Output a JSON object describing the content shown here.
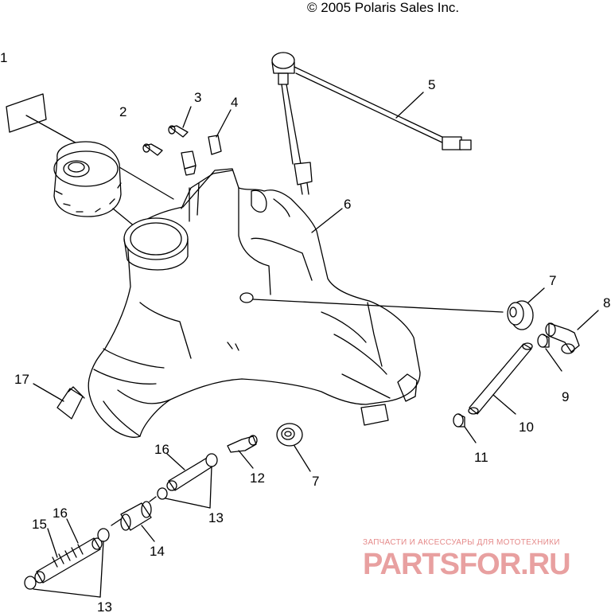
{
  "copyright": "© 2005 Polaris Sales Inc.",
  "callouts": {
    "c1": "1",
    "c2": "2",
    "c3": "3",
    "c4": "4",
    "c5": "5",
    "c6": "6",
    "c7a": "7",
    "c7b": "7",
    "c8": "8",
    "c9": "9",
    "c10": "10",
    "c11": "11",
    "c12": "12",
    "c13a": "13",
    "c13b": "13",
    "c14": "14",
    "c15": "15",
    "c16a": "16",
    "c16b": "16",
    "c17": "17"
  },
  "watermark": {
    "tagline": "ЗАПЧАСТИ И АКСЕССУАРЫ ДЛЯ МОТОТЕХНИКИ",
    "logo": "PARTSFOR.RU"
  }
}
